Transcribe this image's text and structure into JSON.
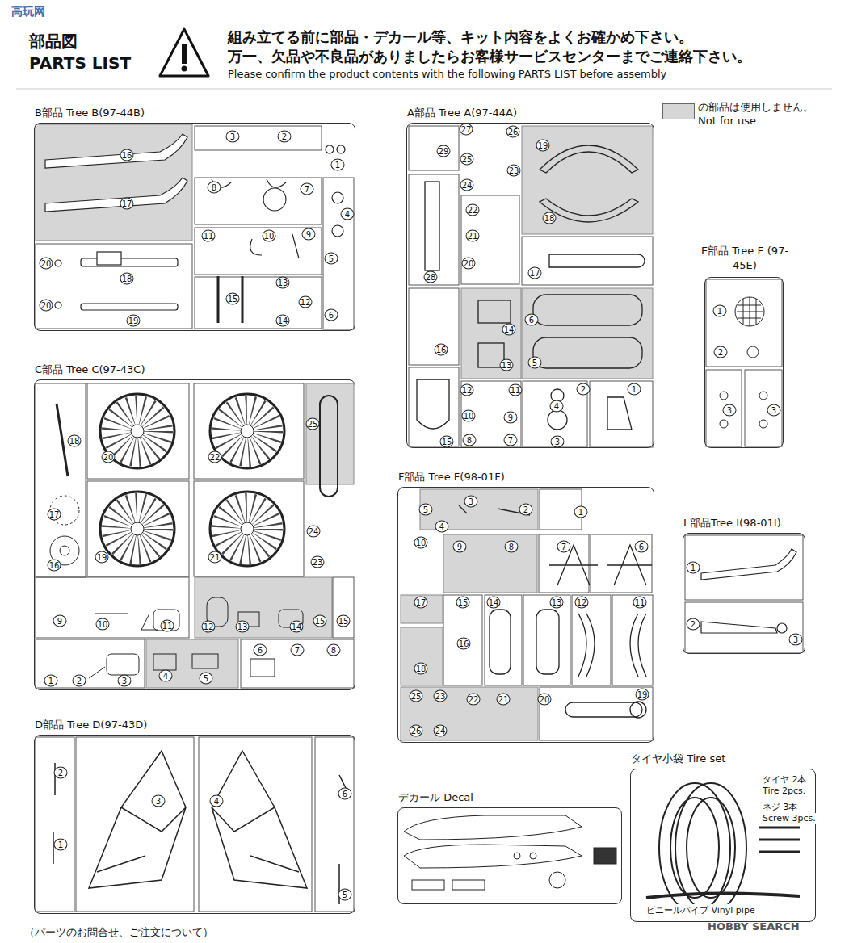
{
  "diagram": {
    "nodes": [
      {
        "text": [
          "B部品 Tree B(97-44B)"
        ]
      },
      {
        "text": [
          "A部品 Tree A(97-44A)"
        ]
      },
      {
        "text": [
          "E部品 Tree E (97-45E)"
        ]
      },
      {
        "text": [
          "C部品 Tree C(97-43C)"
        ]
      },
      {
        "text": [
          "F部品 Tree F(98-01F)"
        ]
      },
      {
        "text": [
          "I 部品Tree I(98-01I)"
        ]
      },
      {
        "text": [
          "D部品 Tree D(97-43D)"
        ]
      },
      {
        "text": [
          "デカール Decal"
        ]
      },
      {
        "text": [
          "タイヤ小袋 Tire set"
        ]
      }
    ],
    "labels": [
      "高玩网",
      "組み立てる前に部品・デカール等、キット内容をよくお確かめ下さい。",
      "万一、欠品や不良品がありましたらお客様サービスセンターまでご連絡下さい。",
      "Please confirm the product contents with the following PARTS LIST before assembly",
      "部品図",
      "PARTS LIST",
      "16",
      "17",
      "3",
      "2",
      "1",
      "8",
      "7",
      "4",
      "20",
      "20",
      "18",
      "19",
      "11",
      "10",
      "9",
      "5",
      "6",
      "15",
      "13",
      "12",
      "14",
      "27",
      "26",
      "29",
      "25",
      "23",
      "24",
      "19",
      "18",
      "28",
      "22",
      "21",
      "20",
      "17",
      "16",
      "14",
      "13",
      "6",
      "5",
      "12",
      "11",
      "10",
      "9",
      "8",
      "7",
      "15",
      "4",
      "3",
      "2",
      "1",
      "1",
      "2",
      "3",
      "3",
      "18",
      "17",
      "16",
      "20",
      "22",
      "19",
      "21",
      "25",
      "24",
      "23",
      "9",
      "10",
      "11",
      "12",
      "13",
      "14",
      "15",
      "15",
      "1",
      "2",
      "3",
      "4",
      "5",
      "6",
      "7",
      "8",
      "2",
      "1",
      "3",
      "4",
      "6",
      "5",
      "5",
      "4",
      "3",
      "2",
      "1",
      "10",
      "9",
      "8",
      "7",
      "6",
      "17",
      "15",
      "14",
      "13",
      "12",
      "11",
      "16",
      "18",
      "25",
      "23",
      "22",
      "21",
      "20",
      "19",
      "26",
      "24",
      "1",
      "2",
      "3",
      "タイヤ 2本",
      "Tire 2pcs.",
      "ネジ 3本",
      "Screw 3pcs.",
      "ビニールパイプ Vinyl pipe",
      "（パーツのお問合せ、ご注文について）",
      "HOBBY SEARCH"
    ],
    "legend": [
      {
        "text": "の部品は使用しません。 Not for use",
        "color": "#d6d6d6"
      }
    ]
  }
}
